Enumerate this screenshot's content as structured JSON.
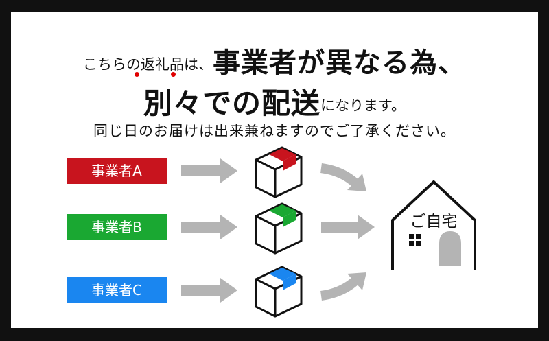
{
  "heading": {
    "line1_small": "こちらの返礼品は、",
    "line1_big": "事業者が異なる為、",
    "line2_big": "別々での配送",
    "line2_small": "になります。",
    "line3": "同じ日のお届けは出来兼ねますのでご了承ください。"
  },
  "businesses": [
    {
      "label": "事業者A",
      "color": "#c8141e"
    },
    {
      "label": "事業者B",
      "color": "#1aa832"
    },
    {
      "label": "事業者C",
      "color": "#1a86f0"
    }
  ],
  "destination": {
    "label": "ご自宅"
  },
  "icons": [
    "arrow-icon",
    "box-icon",
    "curved-arrow-icon",
    "house-icon"
  ],
  "colors": {
    "frame": "#111111",
    "arrow": "#b4b4b4",
    "emphasis_dot": "#e00000"
  }
}
